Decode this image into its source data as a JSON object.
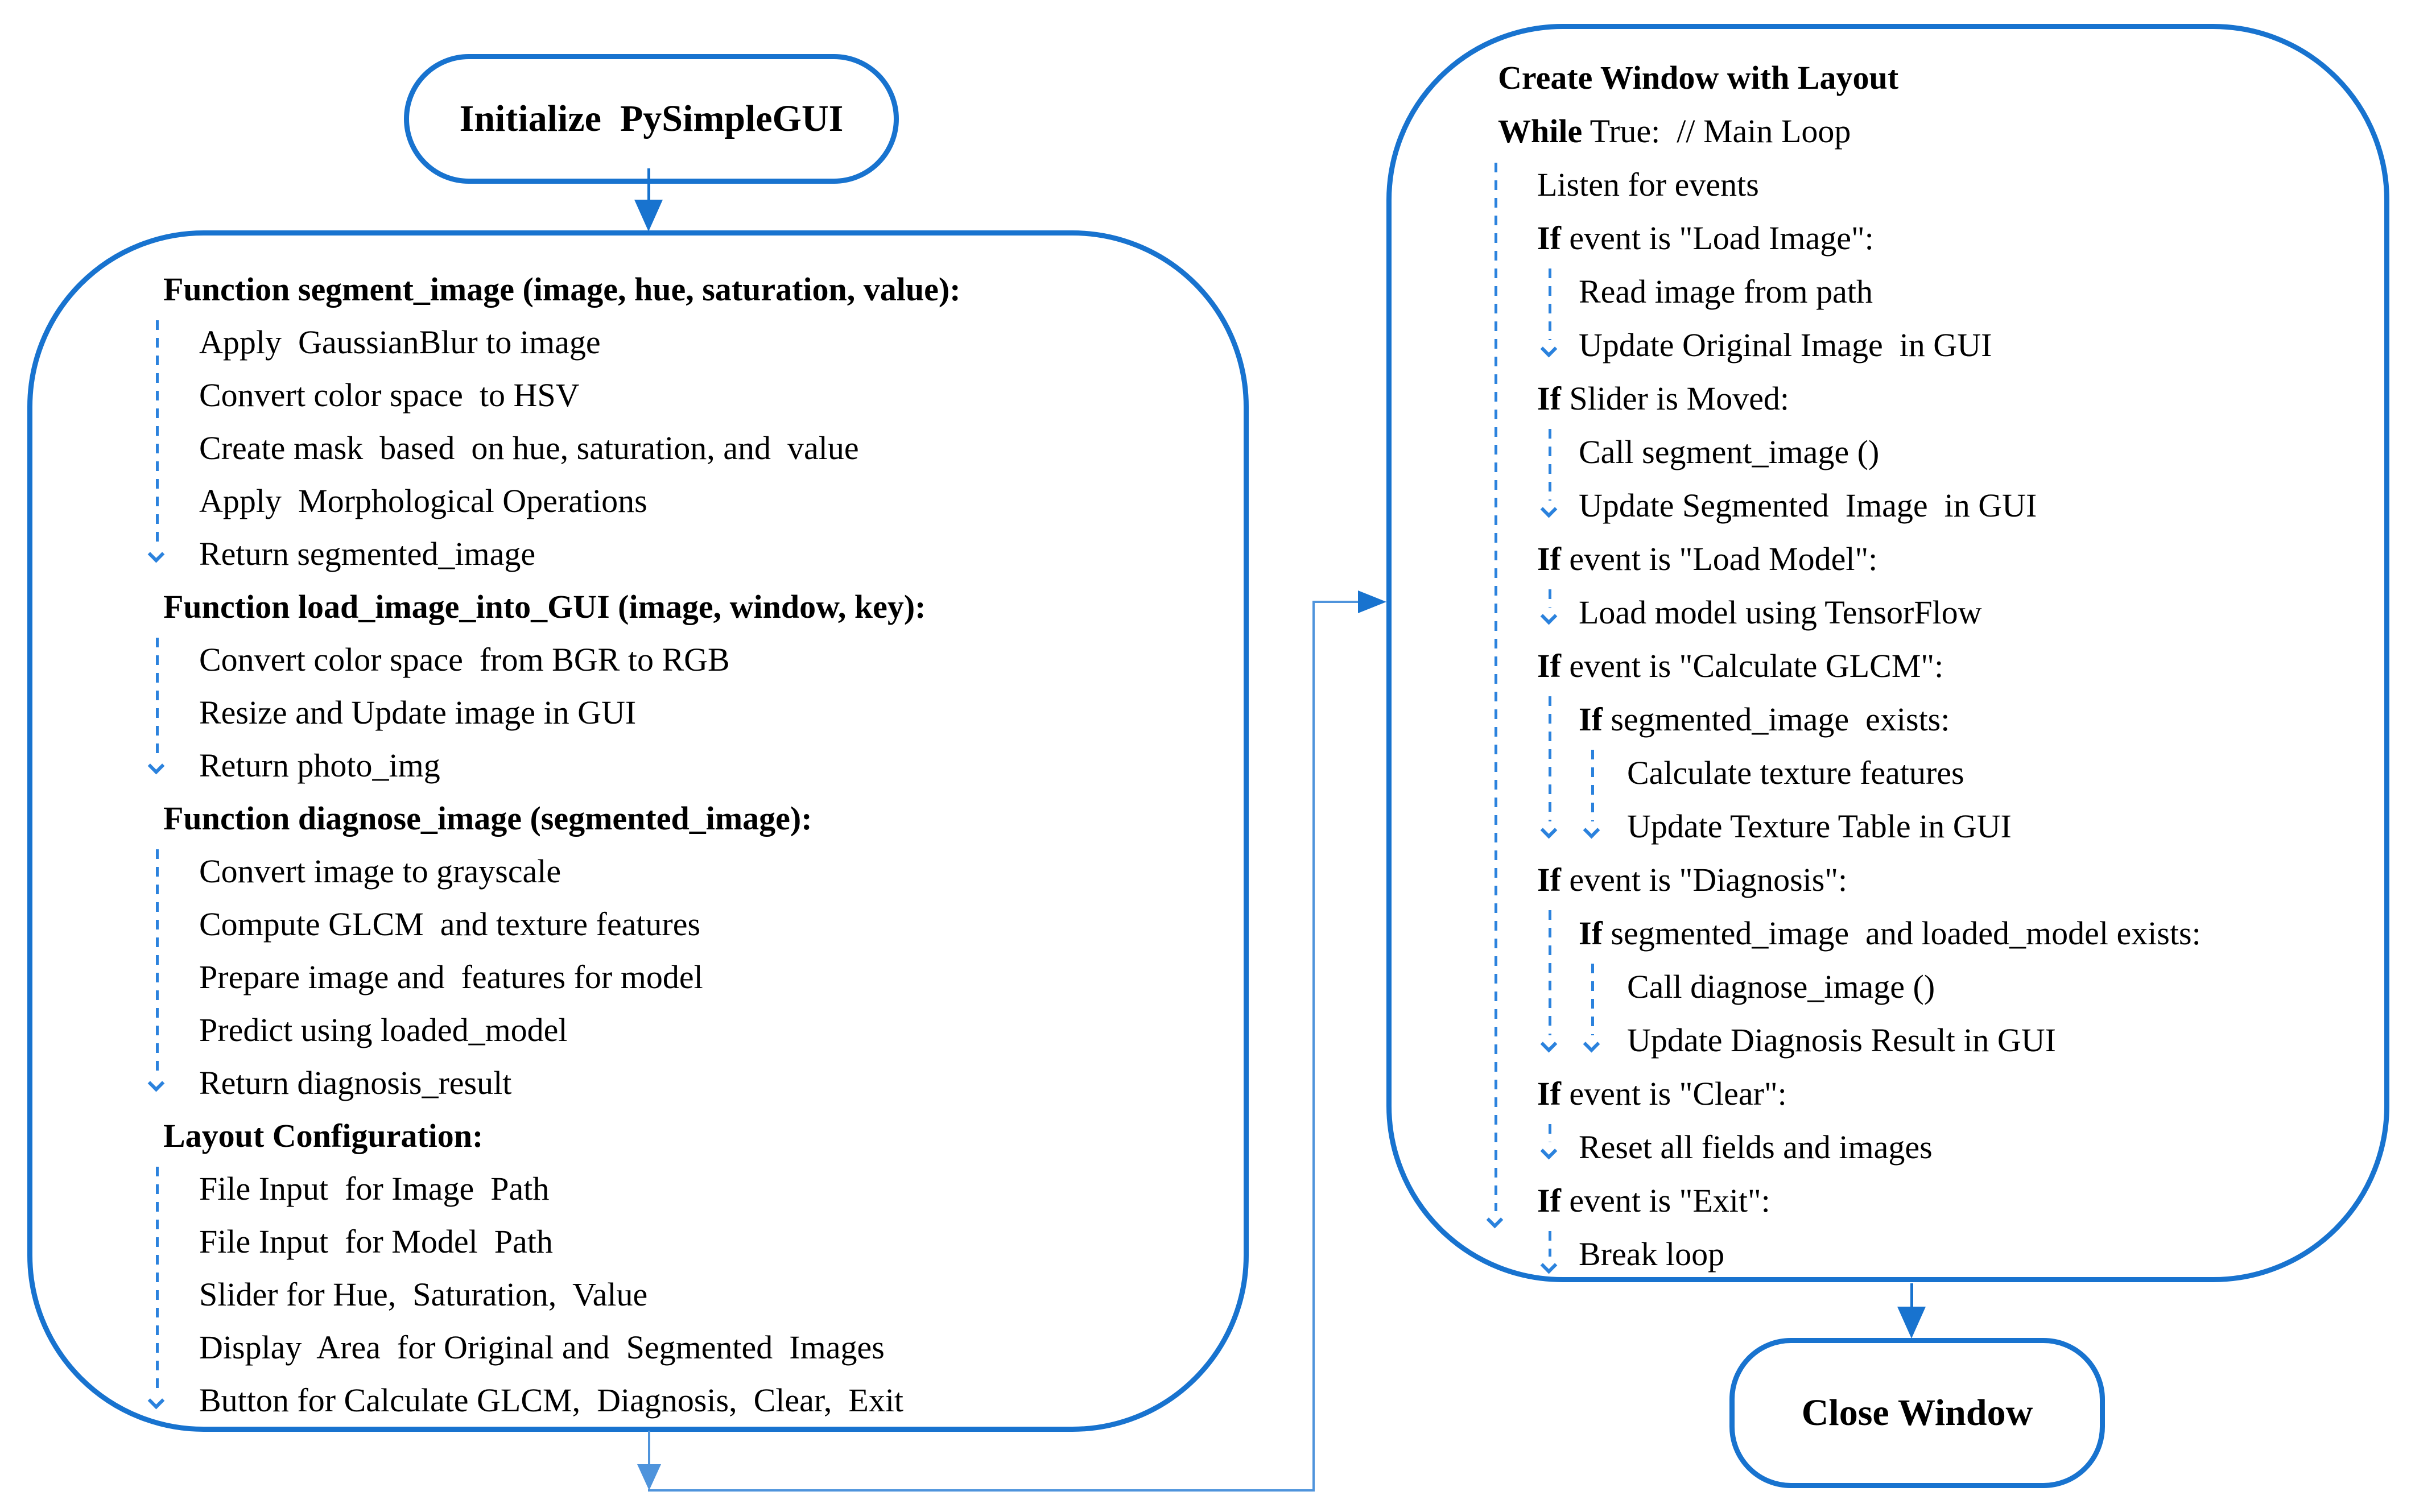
{
  "colors": {
    "accent": "#1873cf",
    "connector": "#4f94dc",
    "dashed_arrow": "#2b82dd",
    "text": "#000000",
    "background": "#ffffff"
  },
  "nodes": {
    "start": {
      "label": "Initialize  PySimpleGUI"
    },
    "end": {
      "label": "Close Window"
    }
  },
  "left_box": {
    "lines": [
      {
        "indent": 0,
        "parts": [
          {
            "t": "Function segment_image (image, hue, saturation, value):",
            "b": true
          }
        ]
      },
      {
        "indent": 1,
        "parts": [
          {
            "t": "Apply  GaussianBlur to image",
            "b": false
          }
        ]
      },
      {
        "indent": 1,
        "parts": [
          {
            "t": "Convert color space  to HSV",
            "b": false
          }
        ]
      },
      {
        "indent": 1,
        "parts": [
          {
            "t": "Create mask  based  on hue, saturation, and  value",
            "b": false
          }
        ]
      },
      {
        "indent": 1,
        "parts": [
          {
            "t": "Apply  Morphological Operations",
            "b": false
          }
        ]
      },
      {
        "indent": 1,
        "parts": [
          {
            "t": "Return segmented_image",
            "b": false
          }
        ]
      },
      {
        "indent": 0,
        "parts": [
          {
            "t": "Function load_image_into_GUI (image, window, key):",
            "b": true
          }
        ]
      },
      {
        "indent": 1,
        "parts": [
          {
            "t": "Convert color space  from BGR to RGB",
            "b": false
          }
        ]
      },
      {
        "indent": 1,
        "parts": [
          {
            "t": "Resize and Update image in GUI",
            "b": false
          }
        ]
      },
      {
        "indent": 1,
        "parts": [
          {
            "t": "Return photo_img",
            "b": false
          }
        ]
      },
      {
        "indent": 0,
        "parts": [
          {
            "t": "Function diagnose_image (segmented_image):",
            "b": true
          }
        ]
      },
      {
        "indent": 1,
        "parts": [
          {
            "t": "Convert image to grayscale",
            "b": false
          }
        ]
      },
      {
        "indent": 1,
        "parts": [
          {
            "t": "Compute GLCM  and texture features",
            "b": false
          }
        ]
      },
      {
        "indent": 1,
        "parts": [
          {
            "t": "Prepare image and  features for model",
            "b": false
          }
        ]
      },
      {
        "indent": 1,
        "parts": [
          {
            "t": "Predict using loaded_model",
            "b": false
          }
        ]
      },
      {
        "indent": 1,
        "parts": [
          {
            "t": "Return diagnosis_result",
            "b": false
          }
        ]
      },
      {
        "indent": 0,
        "parts": [
          {
            "t": "Layout Configuration:",
            "b": true
          }
        ]
      },
      {
        "indent": 1,
        "parts": [
          {
            "t": "File Input  for Image  Path",
            "b": false
          }
        ]
      },
      {
        "indent": 1,
        "parts": [
          {
            "t": "File Input  for Model  Path",
            "b": false
          }
        ]
      },
      {
        "indent": 1,
        "parts": [
          {
            "t": "Slider for Hue,  Saturation,  Value",
            "b": false
          }
        ]
      },
      {
        "indent": 1,
        "parts": [
          {
            "t": "Display  Area  for Original and  Segmented  Images",
            "b": false
          }
        ]
      },
      {
        "indent": 1,
        "parts": [
          {
            "t": "Button for Calculate GLCM,  Diagnosis,  Clear,  Exit",
            "b": false
          }
        ]
      }
    ]
  },
  "right_box": {
    "lines": [
      {
        "indent": 0,
        "parts": [
          {
            "t": "Create Window with Layout",
            "b": true
          }
        ]
      },
      {
        "indent": 0,
        "parts": [
          {
            "t": "While",
            "b": true
          },
          {
            "t": " True:  // Main Loop",
            "b": false
          }
        ]
      },
      {
        "indent": 1,
        "parts": [
          {
            "t": "Listen for events",
            "b": false
          }
        ]
      },
      {
        "indent": 1,
        "parts": [
          {
            "t": "If",
            "b": true
          },
          {
            "t": " event is \"Load Image\":",
            "b": false
          }
        ]
      },
      {
        "indent": 2,
        "parts": [
          {
            "t": "Read image from path",
            "b": false
          }
        ]
      },
      {
        "indent": 2,
        "parts": [
          {
            "t": "Update Original Image  in GUI",
            "b": false
          }
        ]
      },
      {
        "indent": 1,
        "parts": [
          {
            "t": "If",
            "b": true
          },
          {
            "t": " Slider is Moved:",
            "b": false
          }
        ]
      },
      {
        "indent": 2,
        "parts": [
          {
            "t": "Call segment_image ()",
            "b": false
          }
        ]
      },
      {
        "indent": 2,
        "parts": [
          {
            "t": "Update Segmented  Image  in GUI",
            "b": false
          }
        ]
      },
      {
        "indent": 1,
        "parts": [
          {
            "t": "If",
            "b": true
          },
          {
            "t": " event is \"Load Model\":",
            "b": false
          }
        ]
      },
      {
        "indent": 2,
        "parts": [
          {
            "t": "Load model using TensorFlow",
            "b": false
          }
        ]
      },
      {
        "indent": 1,
        "parts": [
          {
            "t": "If",
            "b": true
          },
          {
            "t": " event is \"Calculate GLCM\":",
            "b": false
          }
        ]
      },
      {
        "indent": 2,
        "parts": [
          {
            "t": "If",
            "b": true
          },
          {
            "t": " segmented_image  exists:",
            "b": false
          }
        ]
      },
      {
        "indent": 3,
        "parts": [
          {
            "t": "Calculate texture features",
            "b": false
          }
        ]
      },
      {
        "indent": 3,
        "parts": [
          {
            "t": "Update Texture Table in GUI",
            "b": false
          }
        ]
      },
      {
        "indent": 1,
        "parts": [
          {
            "t": "If",
            "b": true
          },
          {
            "t": " event is \"Diagnosis\":",
            "b": false
          }
        ]
      },
      {
        "indent": 2,
        "parts": [
          {
            "t": "If",
            "b": true
          },
          {
            "t": " segmented_image  and loaded_model exists:",
            "b": false
          }
        ]
      },
      {
        "indent": 3,
        "parts": [
          {
            "t": "Call diagnose_image ()",
            "b": false
          }
        ]
      },
      {
        "indent": 3,
        "parts": [
          {
            "t": "Update Diagnosis Result in GUI",
            "b": false
          }
        ]
      },
      {
        "indent": 1,
        "parts": [
          {
            "t": "If",
            "b": true
          },
          {
            "t": " event is \"Clear\":",
            "b": false
          }
        ]
      },
      {
        "indent": 2,
        "parts": [
          {
            "t": "Reset all fields and images",
            "b": false
          }
        ]
      },
      {
        "indent": 1,
        "parts": [
          {
            "t": "If",
            "b": true
          },
          {
            "t": " event is \"Exit\":",
            "b": false
          }
        ]
      },
      {
        "indent": 2,
        "parts": [
          {
            "t": "Break loop",
            "b": false
          }
        ]
      }
    ]
  }
}
